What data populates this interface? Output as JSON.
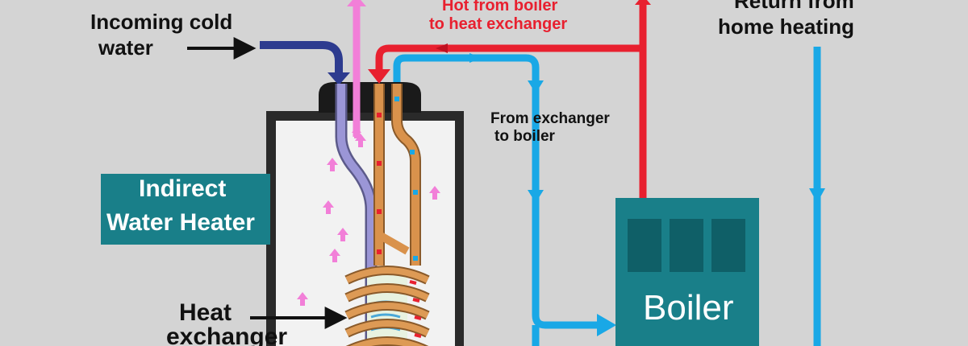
{
  "labels": {
    "incoming_cold_water_line1": "Incoming cold",
    "incoming_cold_water_line2": "water",
    "hot_from_boiler_line1": "Hot from boiler",
    "hot_from_boiler_line2": "to heat exchanger",
    "return_from_home_line1": "Return from",
    "return_from_home_line2": "home heating",
    "from_exchanger_line1": "From exchanger",
    "from_exchanger_line2": "to boiler",
    "indirect_line1": "Indirect",
    "indirect_line2": "Water Heater",
    "heat_exchanger_line1": "Heat",
    "heat_exchanger_line2": "exchanger",
    "boiler": "Boiler"
  },
  "colors": {
    "background": "#d4d4d4",
    "hot_pipe": "#e8202f",
    "cold_return_pipe": "#19a8e6",
    "incoming_cold_pipe": "#2d3b8f",
    "hot_outlet_pipe": "#f27fd8",
    "copper_coil": "#d9924c",
    "teal_box": "#197f89",
    "tank_body": "#f2f2f2",
    "tank_cap": "#1a1a1a"
  }
}
